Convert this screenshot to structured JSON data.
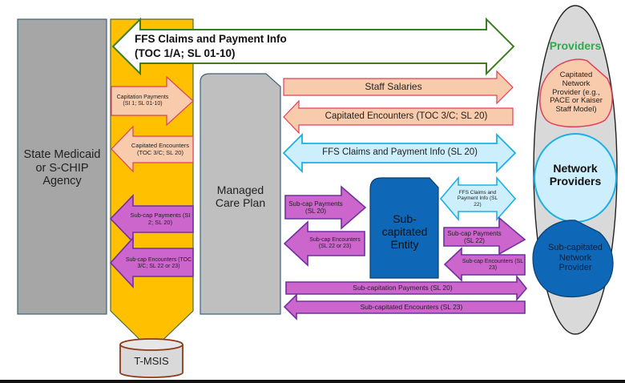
{
  "diagram": {
    "colors": {
      "state_agency_fill": "#a6a6a6",
      "yellow_band": "#ffc000",
      "mcp_fill": "#bfbfbf",
      "salmon_fill": "#f8cbad",
      "salmon_stroke": "#e0405a",
      "light_blue_fill": "#cdeefc",
      "light_blue_stroke": "#1ab0e6",
      "purple_fill": "#cc66cc",
      "purple_stroke": "#7030a0",
      "green_stroke": "#3a7d22",
      "dark_blue": "#0f67b8",
      "providers_title": "#2eaa4e"
    },
    "nodes": {
      "state_agency": "State Medicaid or S-CHIP Agency",
      "managed_care_plan": "Managed Care Plan",
      "subcapitated_entity": "Sub-capitated Entity",
      "tmsis": "T-MSIS",
      "providers_title": "Providers",
      "capitated_network_provider": "Capitated Network Provider (e.g., PACE or Kaiser Staff Model)",
      "network_providers": "Network Providers",
      "subcapitated_network_provider": "Sub-capitated Network Provider"
    },
    "arrows": {
      "ffs_top_line1": "FFS Claims and Payment Info",
      "ffs_top_line2": "(TOC 1/A; SL 01-10)",
      "capitation_payments": "Capitation Payments (SI 1; SL 01-10)",
      "capitated_encounters_left": "Capitated Encounters (TOC 3/C; SL 20)",
      "subcap_payments_left": "Sub-cap Payments (SI 2; SL 20)",
      "subcap_encounters_left": "Sub-cap Encounters (TOC 3/C; SL 22 or 23)",
      "staff_salaries": "Staff Salaries",
      "capitated_encounters_mid": "Capitated Encounters (TOC 3/C; SL 20)",
      "ffs_mid": "FFS Claims and Payment Info (SL 20)",
      "subcap_payments_mcp": "Sub-cap Payments (SL 20)",
      "subcap_encounters_mcp": "Sub-cap Encounters (SL 22 or 23)",
      "ffs_sub": "FFS Claims and Payment Info (SL 22)",
      "subcap_payments_sub": "Sub-cap Payments (SL 22)",
      "subcap_encounters_sub": "Sub-cap Encounters (SL 23)",
      "subcapitation_payments": "Sub-capitation Payments (SL 20)",
      "subcapitated_encounters": "Sub-capitated Encounters (SL 23)"
    }
  }
}
